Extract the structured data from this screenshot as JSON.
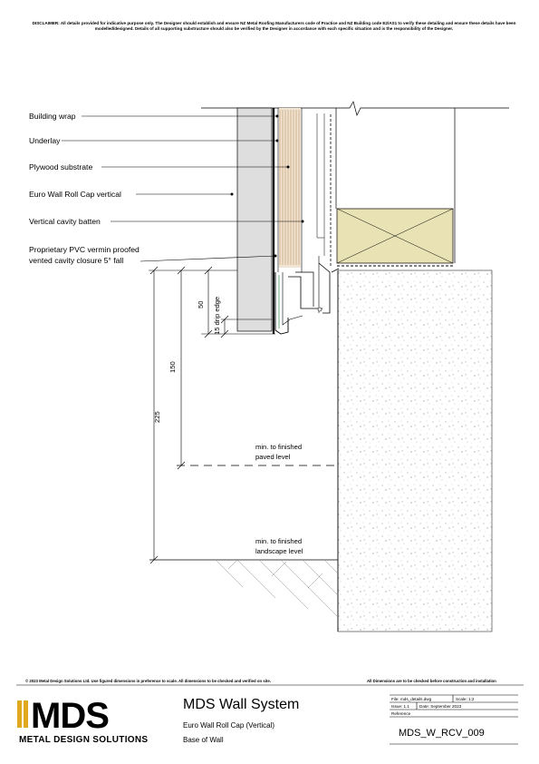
{
  "disclaimer": "DISCLAIMER: All details provided for indicative purpose only. The Designer should establish and ensure NZ Metal Roofing Manufacturers code of Practice and NZ Building code E2/AS1 to verify these detailing and ensure these details have been modelled/designed. Details of all supporting substructure should also be verified by the Designer in accordance with each specific situation and is the responsibility of the Designer.",
  "labels": {
    "building_wrap": "Building wrap",
    "underlay": "Underlay",
    "plywood": "Plywood substrate",
    "roll_cap": "Euro Wall Roll Cap vertical",
    "batten": "Vertical cavity batten",
    "pvc_closure_1": "Proprietary PVC vermin proofed",
    "pvc_closure_2": "vented cavity closure 5° fall",
    "paved_1": "min. to finished",
    "paved_2": "paved level",
    "landscape_1": "min. to finished",
    "landscape_2": "landscape level"
  },
  "dimensions": {
    "d50": "50",
    "d15": "15 drip edge",
    "d150": "150",
    "d225": "225"
  },
  "footer": {
    "copyright": "© 2023 Metal Design Solutions Ltd. Use figured dimensions in preference to scale. All dimensions to be checked and verified on site.",
    "check_note": "All Dimensions are to be checked before construction and installation"
  },
  "title_block": {
    "logo_text": "MDS",
    "brand_name": "METAL DESIGN SOLUTIONS",
    "system": "MDS Wall System",
    "subtitle": "Euro Wall Roll Cap (Vertical)",
    "sheet_name": "Base of Wall",
    "file_name": "File: mds_details.dwg",
    "scale": "Scale: 1:2",
    "issue": "Issue: 1.1",
    "date": "Date: September 2023",
    "reference": "Reference",
    "code": "MDS_W_RCV_009"
  },
  "colors": {
    "insulation": "#e8e2b4",
    "plywood": "#c9a57e",
    "wall_grey": "#dedede",
    "logo_gold": "#e0a81c"
  }
}
